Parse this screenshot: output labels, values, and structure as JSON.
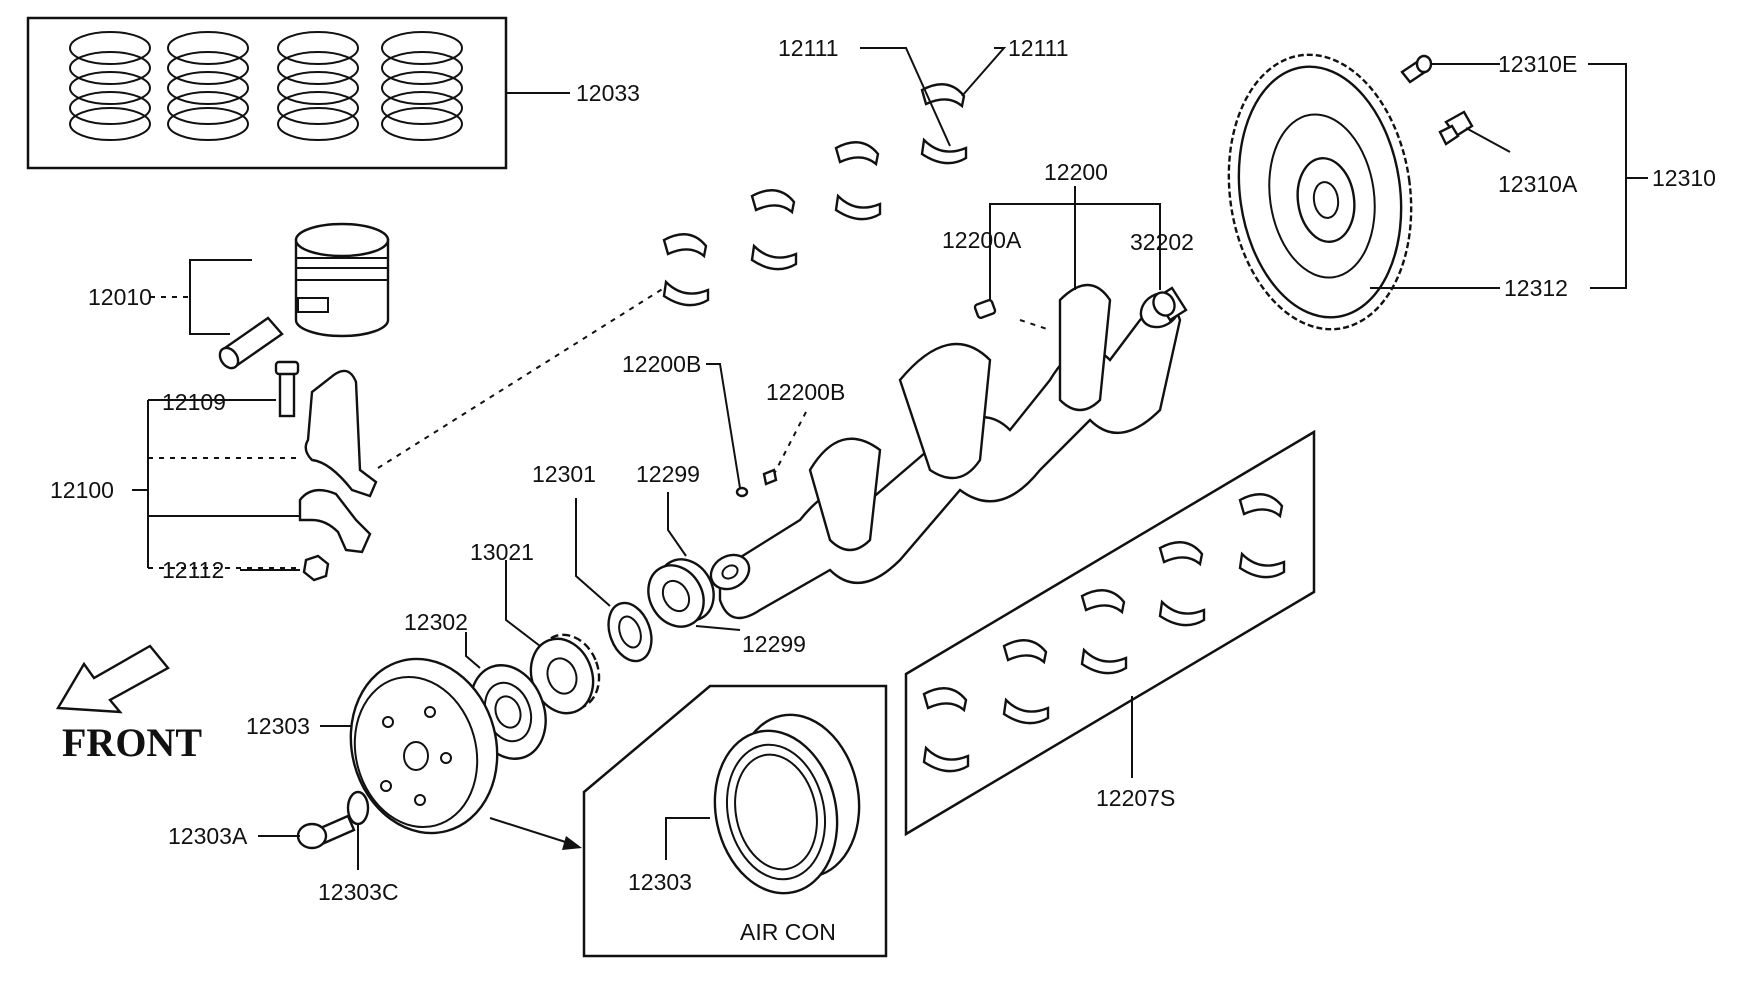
{
  "labels": {
    "piston_rings": "12033",
    "bearing_top_left": "12111",
    "bearing_top_right": "12111",
    "piston": "12010",
    "crankshaft": "12200",
    "crank_pin_a": "12200A",
    "crank_bushing": "32202",
    "flywheel_pin": "12310E",
    "flywheel_bolt": "12310A",
    "flywheel_assy": "12310",
    "ring_gear": "12312",
    "rod_bolt": "12109",
    "conrod_assy": "12100",
    "rod_nut": "12112",
    "crank_key_left": "12200B",
    "crank_key_right": "12200B",
    "washer": "12301",
    "seal_upper": "12299",
    "seal_lower": "12299",
    "timing_sprocket": "13021",
    "pulley_spacer": "12302",
    "crank_pulley": "12303",
    "pulley_bolt": "12303A",
    "pulley_washer": "12303C",
    "main_bearing_set": "12207S",
    "aircon_pulley": "12303"
  },
  "front_text": "FRONT",
  "aircon_text": "AIR  CON"
}
